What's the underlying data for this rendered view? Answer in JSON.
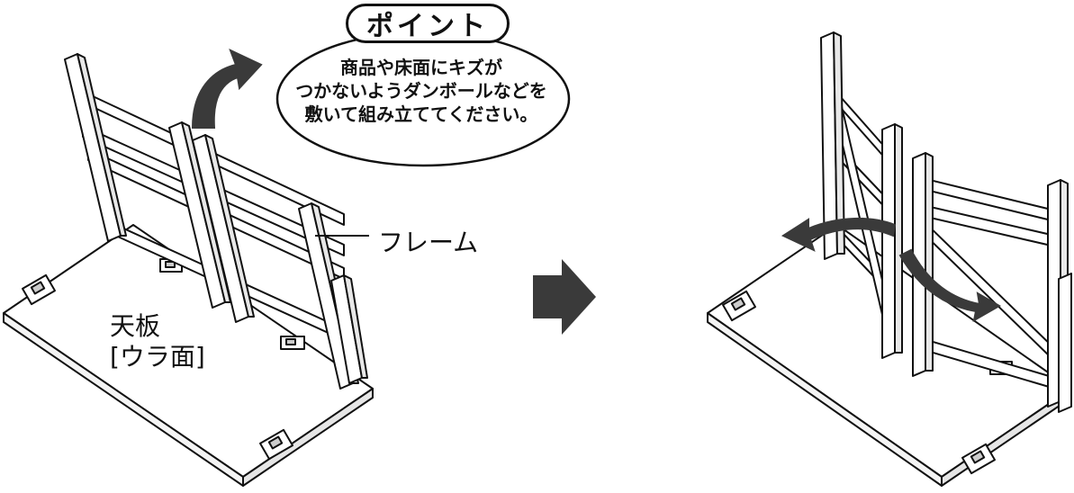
{
  "labels": {
    "point_title": "ポイント",
    "point_text": [
      "商品や床面にキズが",
      "つかないようダンボールなどを",
      "敷いて組み立ててください。"
    ],
    "frame": "フレーム",
    "top_plate": "天板",
    "top_plate_side": "[ウラ面]"
  },
  "colors": {
    "line": "#111111",
    "fill": "#ffffff",
    "arrow": "#3a3a3a"
  },
  "icons": [
    "up-curved-arrow-icon",
    "next-step-arrow-icon",
    "left-curved-arrow-icon",
    "right-curved-arrow-icon"
  ]
}
